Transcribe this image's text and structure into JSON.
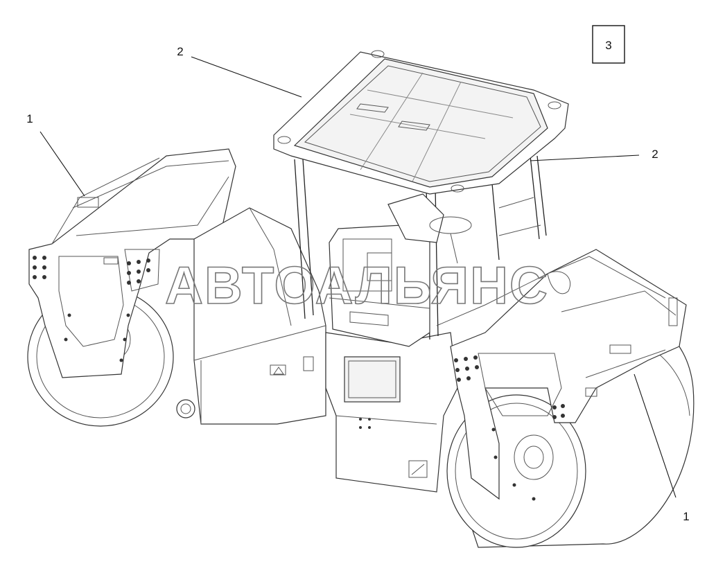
{
  "figure": {
    "page_number": "3",
    "callouts": [
      {
        "id": "callout-drum-rear",
        "label": "1"
      },
      {
        "id": "callout-drum-front",
        "label": "1"
      },
      {
        "id": "callout-canopy-left",
        "label": "2"
      },
      {
        "id": "callout-canopy-right",
        "label": "2"
      }
    ],
    "watermark": "АВТОАЛЬЯНС"
  }
}
